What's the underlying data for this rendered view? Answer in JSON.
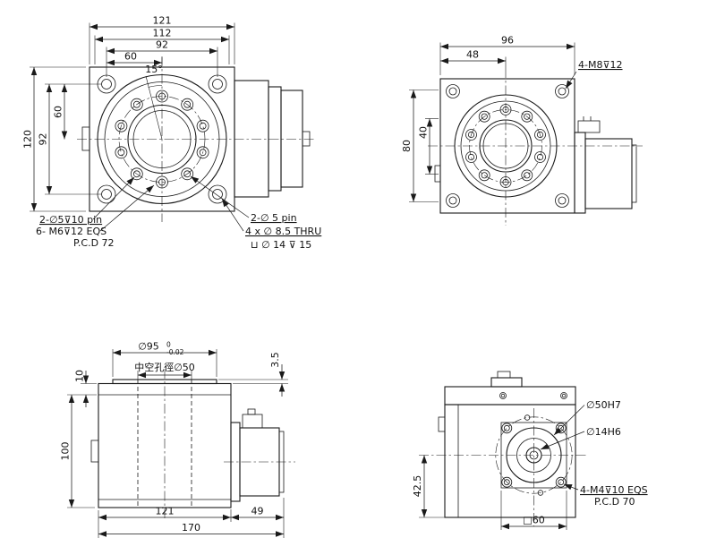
{
  "front_view": {
    "dim_121": "121",
    "dim_112": "112",
    "dim_92h": "92",
    "dim_60h": "60",
    "angle_15": "15°",
    "dim_120": "120",
    "dim_92v": "92",
    "dim_60v": "60",
    "label_pins_left": "2-∅5⊽10 pin",
    "label_m6": "6- M6⊽12 EQS",
    "label_pcd72": "P.C.D 72",
    "label_pins_right": "2-∅ 5 pin",
    "label_thru": "4 x ∅ 8.5 THRU",
    "label_cbore": "⊔ ∅ 14 ⊽ 15"
  },
  "top_view": {
    "dim_96": "96",
    "dim_48": "48",
    "dim_80": "80",
    "dim_40": "40",
    "label_m8": "4-M8⊽12"
  },
  "side_view": {
    "dim_dia95": "∅95",
    "tol_high": "0",
    "tol_low": "-0.02",
    "label_bore": "中空孔徑∅50",
    "dim_3_5": "3.5",
    "dim_10": "10",
    "dim_100": "100",
    "dim_121": "121",
    "dim_49": "49",
    "dim_170": "170"
  },
  "back_view": {
    "label_dia50": "∅50H7",
    "label_dia14": "∅14H6",
    "label_m4": "4-M4⊽10 EQS",
    "label_pcd70": "P.C.D 70",
    "dim_42_5": "42.5",
    "dim_sq60": "□60"
  }
}
